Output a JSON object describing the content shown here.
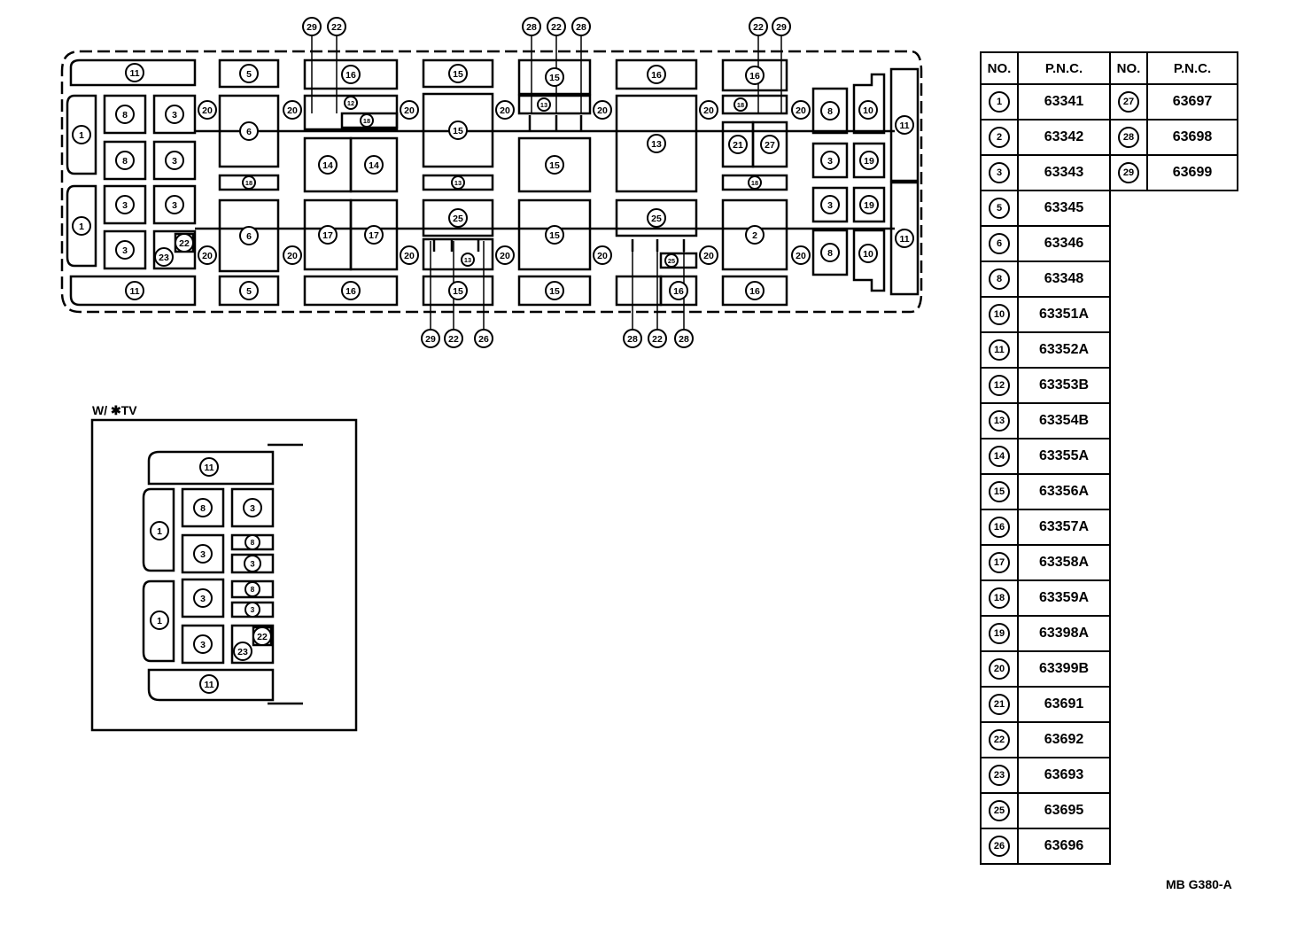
{
  "subtitle": "W/ ✱TV",
  "drawing_code": "MB G380-A",
  "table": {
    "headers": [
      "NO.",
      "P.N.C.",
      "NO.",
      "P.N.C."
    ],
    "left_rows": [
      {
        "no": "1",
        "pnc": "63341"
      },
      {
        "no": "2",
        "pnc": "63342"
      },
      {
        "no": "3",
        "pnc": "63343"
      },
      {
        "no": "5",
        "pnc": "63345"
      },
      {
        "no": "6",
        "pnc": "63346"
      },
      {
        "no": "8",
        "pnc": "63348"
      },
      {
        "no": "10",
        "pnc": "63351A"
      },
      {
        "no": "11",
        "pnc": "63352A"
      },
      {
        "no": "12",
        "pnc": "63353B"
      },
      {
        "no": "13",
        "pnc": "63354B"
      },
      {
        "no": "14",
        "pnc": "63355A"
      },
      {
        "no": "15",
        "pnc": "63356A"
      },
      {
        "no": "16",
        "pnc": "63357A"
      },
      {
        "no": "17",
        "pnc": "63358A"
      },
      {
        "no": "18",
        "pnc": "63359A"
      },
      {
        "no": "19",
        "pnc": "63398A"
      },
      {
        "no": "20",
        "pnc": "63399B"
      },
      {
        "no": "21",
        "pnc": "63691"
      },
      {
        "no": "22",
        "pnc": "63692"
      },
      {
        "no": "23",
        "pnc": "63693"
      },
      {
        "no": "25",
        "pnc": "63695"
      },
      {
        "no": "26",
        "pnc": "63696"
      }
    ],
    "right_rows": [
      {
        "no": "27",
        "pnc": "63697"
      },
      {
        "no": "28",
        "pnc": "63698"
      },
      {
        "no": "29",
        "pnc": "63699"
      }
    ]
  },
  "main_labels": {
    "c11": "11",
    "c1": "1",
    "c8": "8",
    "c3": "3",
    "c20": "20",
    "c5": "5",
    "c6": "6",
    "c16": "16",
    "c12": "12",
    "c14": "14",
    "c17": "17",
    "c15": "15",
    "c13": "13",
    "c25": "25",
    "c18": "18",
    "c21": "21",
    "c27": "27",
    "c2": "2",
    "c10": "10",
    "c19": "19",
    "c22": "22",
    "c23": "23",
    "c29": "29",
    "c28": "28",
    "c26": "26"
  }
}
